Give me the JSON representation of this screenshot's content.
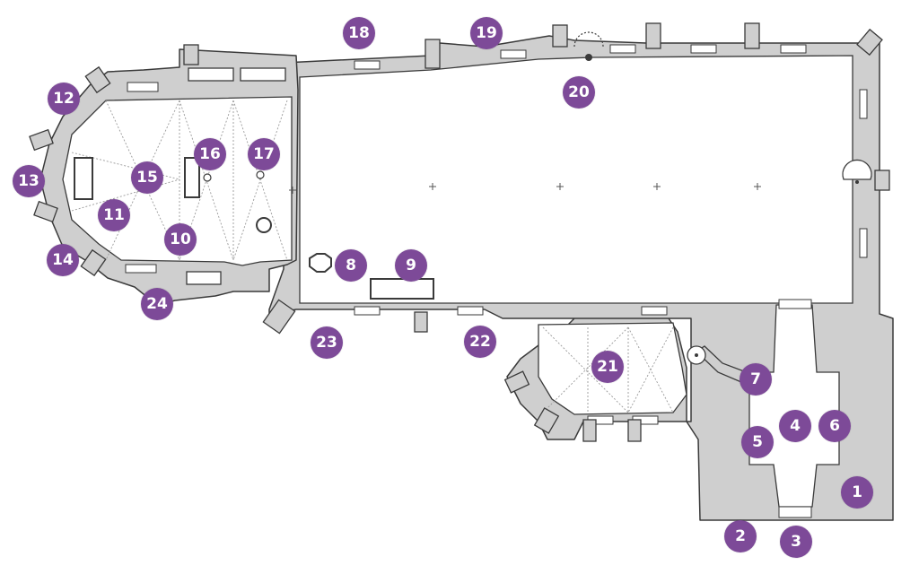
{
  "colors": {
    "marker": "#7d4a98",
    "marker_text": "#ffffff",
    "wall": "#cfcfcf",
    "outline": "#3a3a3a",
    "interior": "#ffffff"
  },
  "markers": [
    {
      "id": "m1",
      "label": "1"
    },
    {
      "id": "m2",
      "label": "2"
    },
    {
      "id": "m3",
      "label": "3"
    },
    {
      "id": "m4",
      "label": "4"
    },
    {
      "id": "m5",
      "label": "5"
    },
    {
      "id": "m6",
      "label": "6"
    },
    {
      "id": "m7",
      "label": "7"
    },
    {
      "id": "m8",
      "label": "8"
    },
    {
      "id": "m9",
      "label": "9"
    },
    {
      "id": "m10",
      "label": "10"
    },
    {
      "id": "m11",
      "label": "11"
    },
    {
      "id": "m12",
      "label": "12"
    },
    {
      "id": "m13",
      "label": "13"
    },
    {
      "id": "m14",
      "label": "14"
    },
    {
      "id": "m15",
      "label": "15"
    },
    {
      "id": "m16",
      "label": "16"
    },
    {
      "id": "m17",
      "label": "17"
    },
    {
      "id": "m18",
      "label": "18"
    },
    {
      "id": "m19",
      "label": "19"
    },
    {
      "id": "m20",
      "label": "20"
    },
    {
      "id": "m21",
      "label": "21"
    },
    {
      "id": "m22",
      "label": "22"
    },
    {
      "id": "m23",
      "label": "23"
    },
    {
      "id": "m24",
      "label": "24"
    }
  ]
}
